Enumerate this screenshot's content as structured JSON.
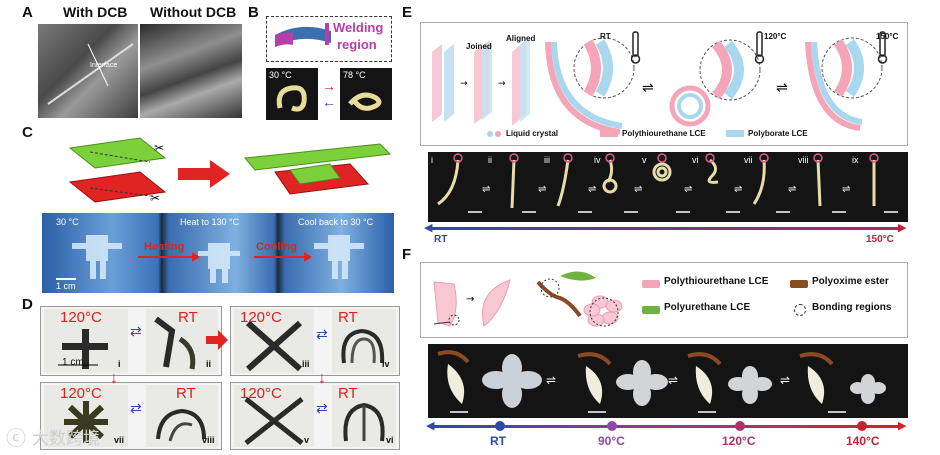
{
  "panels": {
    "A": {
      "label": "A",
      "col1": "With DCB",
      "col2": "Without DCB",
      "annotation": "Interface"
    },
    "B": {
      "label": "B",
      "legend_line1": "Welding",
      "legend_line2": "region",
      "temp1": "30 °C",
      "temp2": "78 °C"
    },
    "C": {
      "label": "C",
      "stage1": "30 °C",
      "stage2": "Heat to 130 °C",
      "stage3": "Cool back to 30 °C",
      "arrow1": "Heating",
      "arrow2": "Cooling",
      "scale": "1 cm"
    },
    "D": {
      "label": "D",
      "cells": [
        {
          "temp": "120°C",
          "roman": "i"
        },
        {
          "temp": "RT",
          "roman": "ii"
        },
        {
          "temp": "120°C",
          "roman": "iii"
        },
        {
          "temp": "RT",
          "roman": "iv"
        },
        {
          "temp": "120°C",
          "roman": "vii"
        },
        {
          "temp": "RT",
          "roman": "viii"
        },
        {
          "temp": "120°C",
          "roman": "v"
        },
        {
          "temp": "RT",
          "roman": "vi"
        }
      ],
      "scale": "1 cm"
    },
    "E": {
      "label": "E",
      "step1": "Joined",
      "step2": "Aligned",
      "t1": "RT",
      "t2": "120°C",
      "t3": "150°C",
      "legend1": "Liquid crystal",
      "legend2": "Polythiourethane LCE",
      "legend3": "Polyborate LCE",
      "frames": [
        "i",
        "ii",
        "iii",
        "iv",
        "v",
        "vi",
        "vii",
        "viii",
        "ix"
      ],
      "axis_left": "RT",
      "axis_right": "150°C"
    },
    "F": {
      "label": "F",
      "legend1": "Polythiourethane LCE",
      "legend2": "Polyurethane LCE",
      "legend3": "Polyoxime ester",
      "legend4": "Bonding regions",
      "temps": [
        "RT",
        "90°C",
        "120°C",
        "140°C"
      ]
    }
  },
  "watermark": "大数跨境",
  "colors": {
    "red": "#d32121",
    "blue": "#2e4aa8",
    "pink": "#f4a6b8",
    "lightblue": "#a9d7ee",
    "green": "#6db43e",
    "brown": "#8a4a22"
  }
}
